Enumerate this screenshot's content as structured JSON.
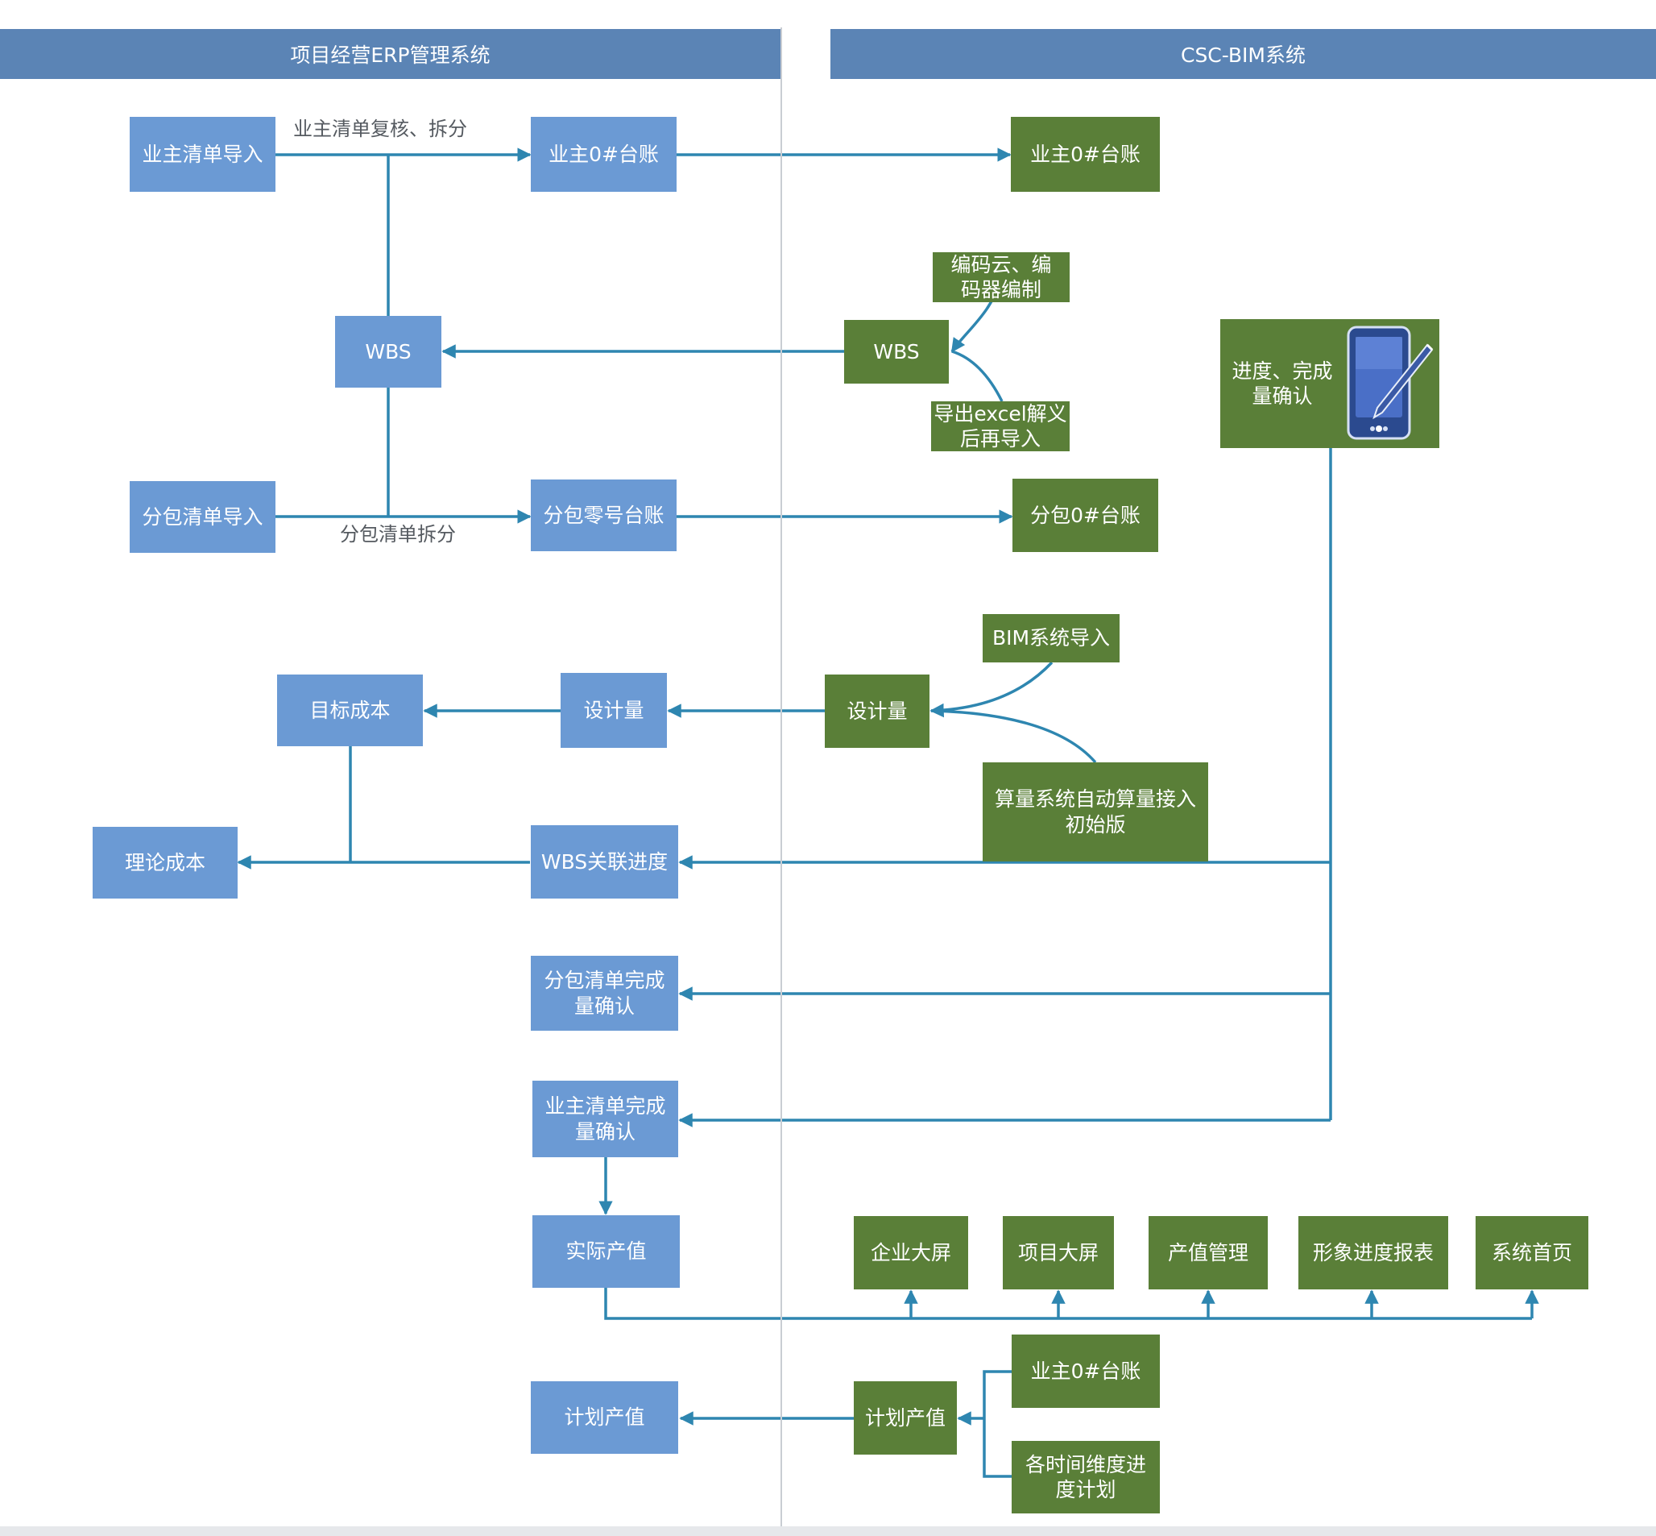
{
  "headers": {
    "erp": "项目经营ERP管理系统",
    "bim": "CSC-BIM系统"
  },
  "colors": {
    "erp_node": "#6b9ad4",
    "bim_node": "#5a7f38",
    "header": "#5b84b5",
    "connector": "#2e86b0"
  },
  "erp": {
    "owner_list_import": "业主清单导入",
    "owner_ledger": "业主0#台账",
    "wbs": "WBS",
    "sub_list_import": "分包清单导入",
    "sub_zero_ledger": "分包零号台账",
    "target_cost": "目标成本",
    "design_quantity": "设计量",
    "theoretical_cost": "理论成本",
    "wbs_progress": "WBS关联进度",
    "sub_completion": "分包清单完成量确认",
    "owner_completion": "业主清单完成量确认",
    "actual_output": "实际产值",
    "planned_output": "计划产值"
  },
  "bim": {
    "owner_ledger": "业主0#台账",
    "coding": "编码云、编码器编制",
    "wbs": "WBS",
    "excel_import": "导出excel解义后再导入",
    "progress_confirm": "进度、完成量确认",
    "sub_ledger": "分包0#台账",
    "bim_import": "BIM系统导入",
    "design_quantity": "设计量",
    "auto_calc": "算量系统自动算量接入初始版",
    "screen_enterprise": "企业大屏",
    "screen_project": "项目大屏",
    "output_mgmt": "产值管理",
    "visual_progress_report": "形象进度报表",
    "home": "系统首页",
    "planned_output": "计划产值",
    "plan_owner_ledger": "业主0#台账",
    "time_dimension_plan": "各时间维度进度计划"
  },
  "edge_labels": {
    "owner_review_split": "业主清单复核、拆分",
    "sub_split": "分包清单拆分"
  },
  "icons": {
    "progress_device": "tablet-with-stylus-icon"
  }
}
